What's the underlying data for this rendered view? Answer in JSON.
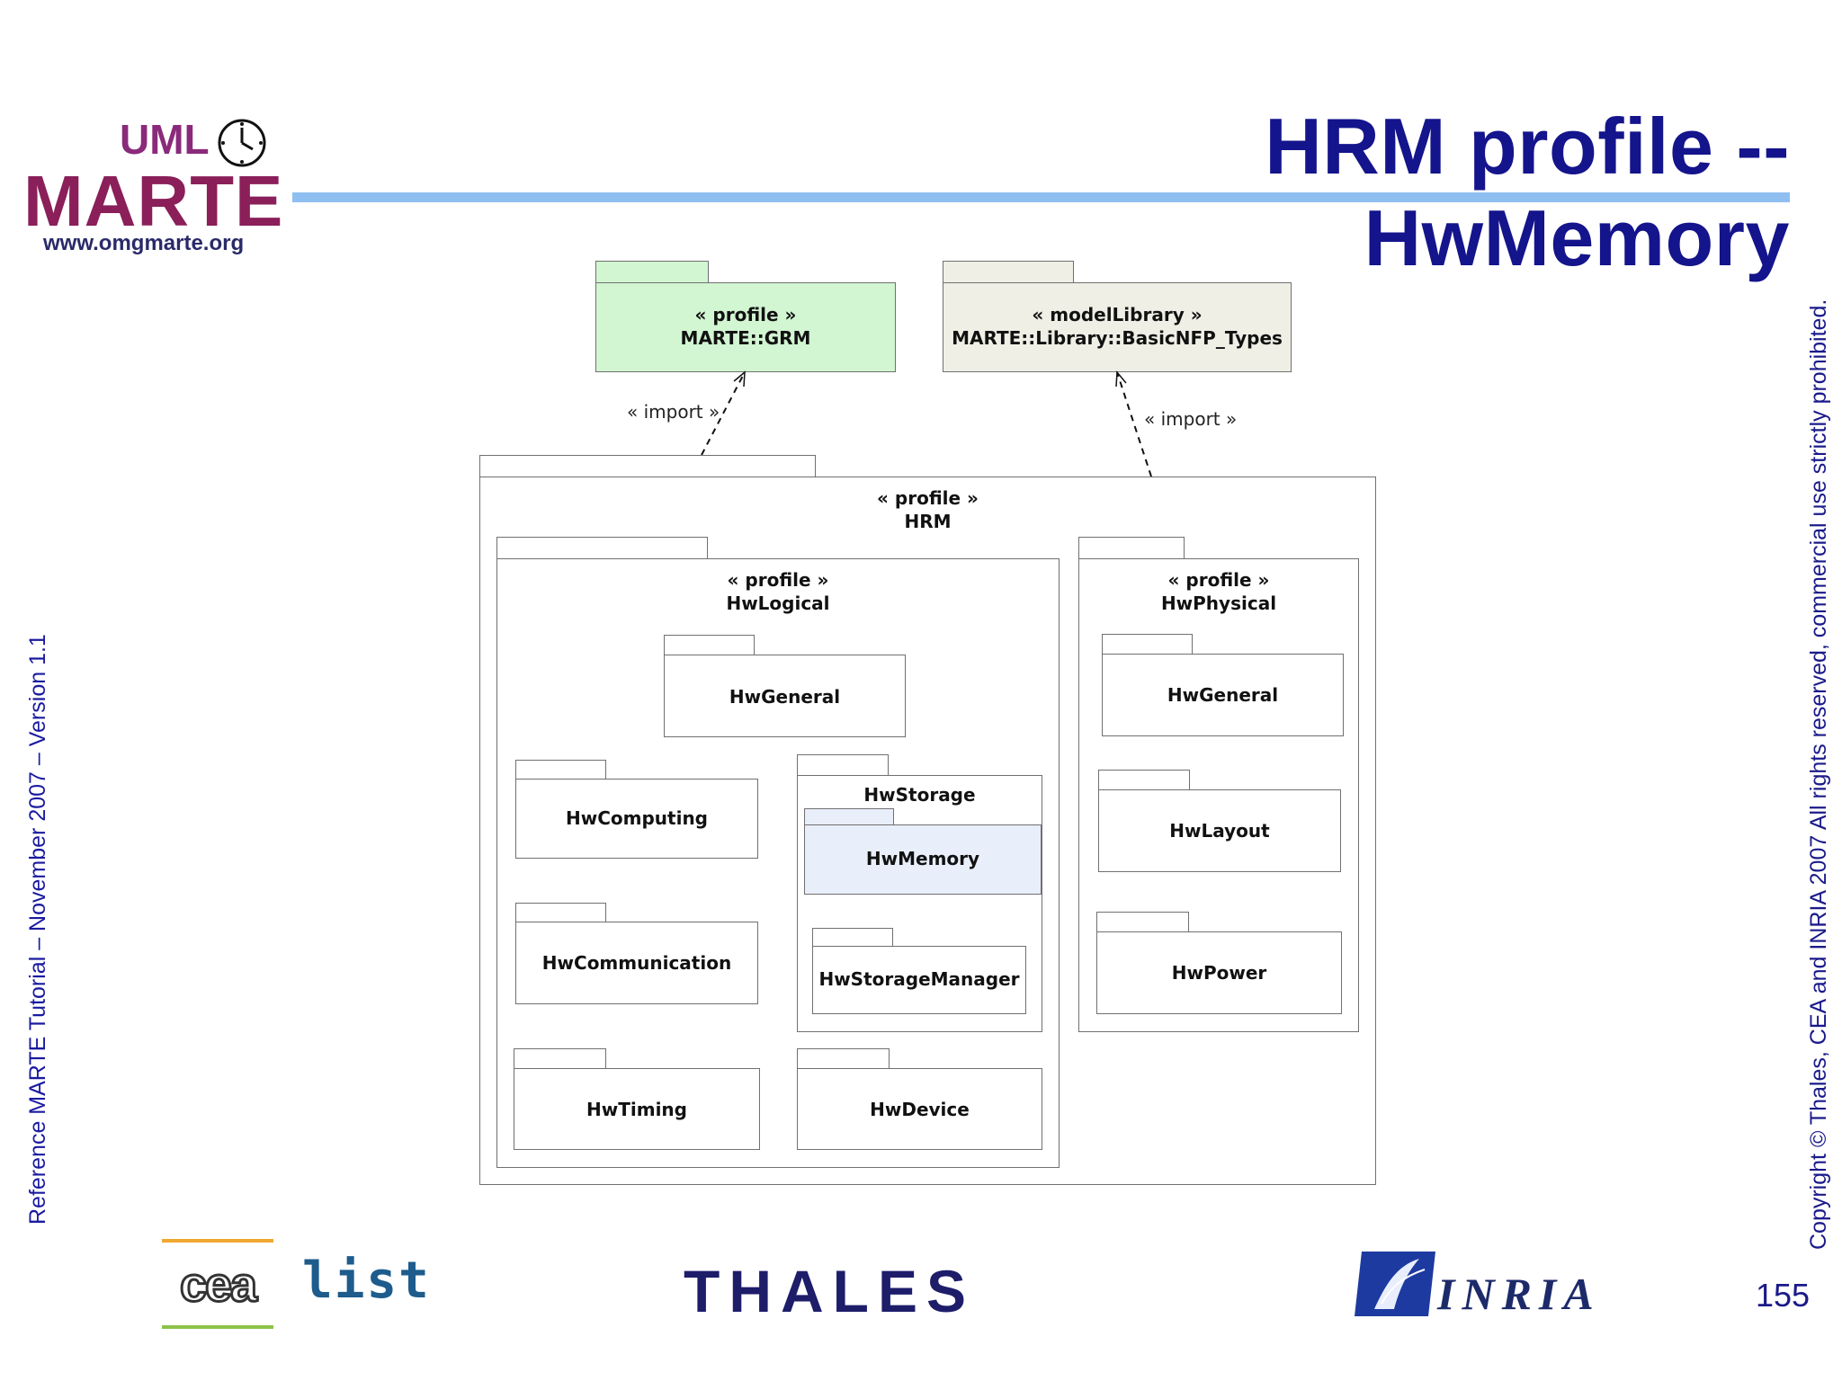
{
  "header": {
    "title": "HRM profile -- HwMemory",
    "logo_uml": "UML",
    "logo_marte": "MARTE",
    "logo_url": "www.omgmarte.org"
  },
  "sidebar": {
    "left_text": "Reference MARTE Tutorial – November 2007 – Version 1.1",
    "right_text": "Copyright © Thales, CEA and INRIA 2007 All rights reserved, commercial use strictly prohibited."
  },
  "diagram": {
    "grm": {
      "stereotype": "« profile »",
      "name": "MARTE::GRM"
    },
    "basicnfp": {
      "stereotype": "« modelLibrary »",
      "name": "MARTE::Library::BasicNFP_Types"
    },
    "import_left": "« import »",
    "import_right": "« import »",
    "hrm": {
      "stereotype": "« profile »",
      "name": "HRM"
    },
    "hwlogical": {
      "stereotype": "« profile »",
      "name": "HwLogical"
    },
    "hwphysical": {
      "stereotype": "« profile »",
      "name": "HwPhysical"
    },
    "logical_packages": {
      "general": "HwGeneral",
      "computing": "HwComputing",
      "storage": "HwStorage",
      "memory": "HwMemory",
      "communication": "HwCommunication",
      "storage_manager": "HwStorageManager",
      "timing": "HwTiming",
      "device": "HwDevice"
    },
    "physical_packages": {
      "general": "HwGeneral",
      "layout": "HwLayout",
      "power": "HwPower"
    }
  },
  "footer": {
    "cea_logo": "cea",
    "list_logo": "list",
    "thales_logo": "THALES",
    "inria_logo": "INRIA",
    "page_number": "155"
  },
  "colors": {
    "title": "#14148c",
    "rule": "#8fbff0",
    "grm_fill": "#d2f5d2",
    "library_fill": "#efefe6",
    "memory_fill": "#e9eefb"
  }
}
